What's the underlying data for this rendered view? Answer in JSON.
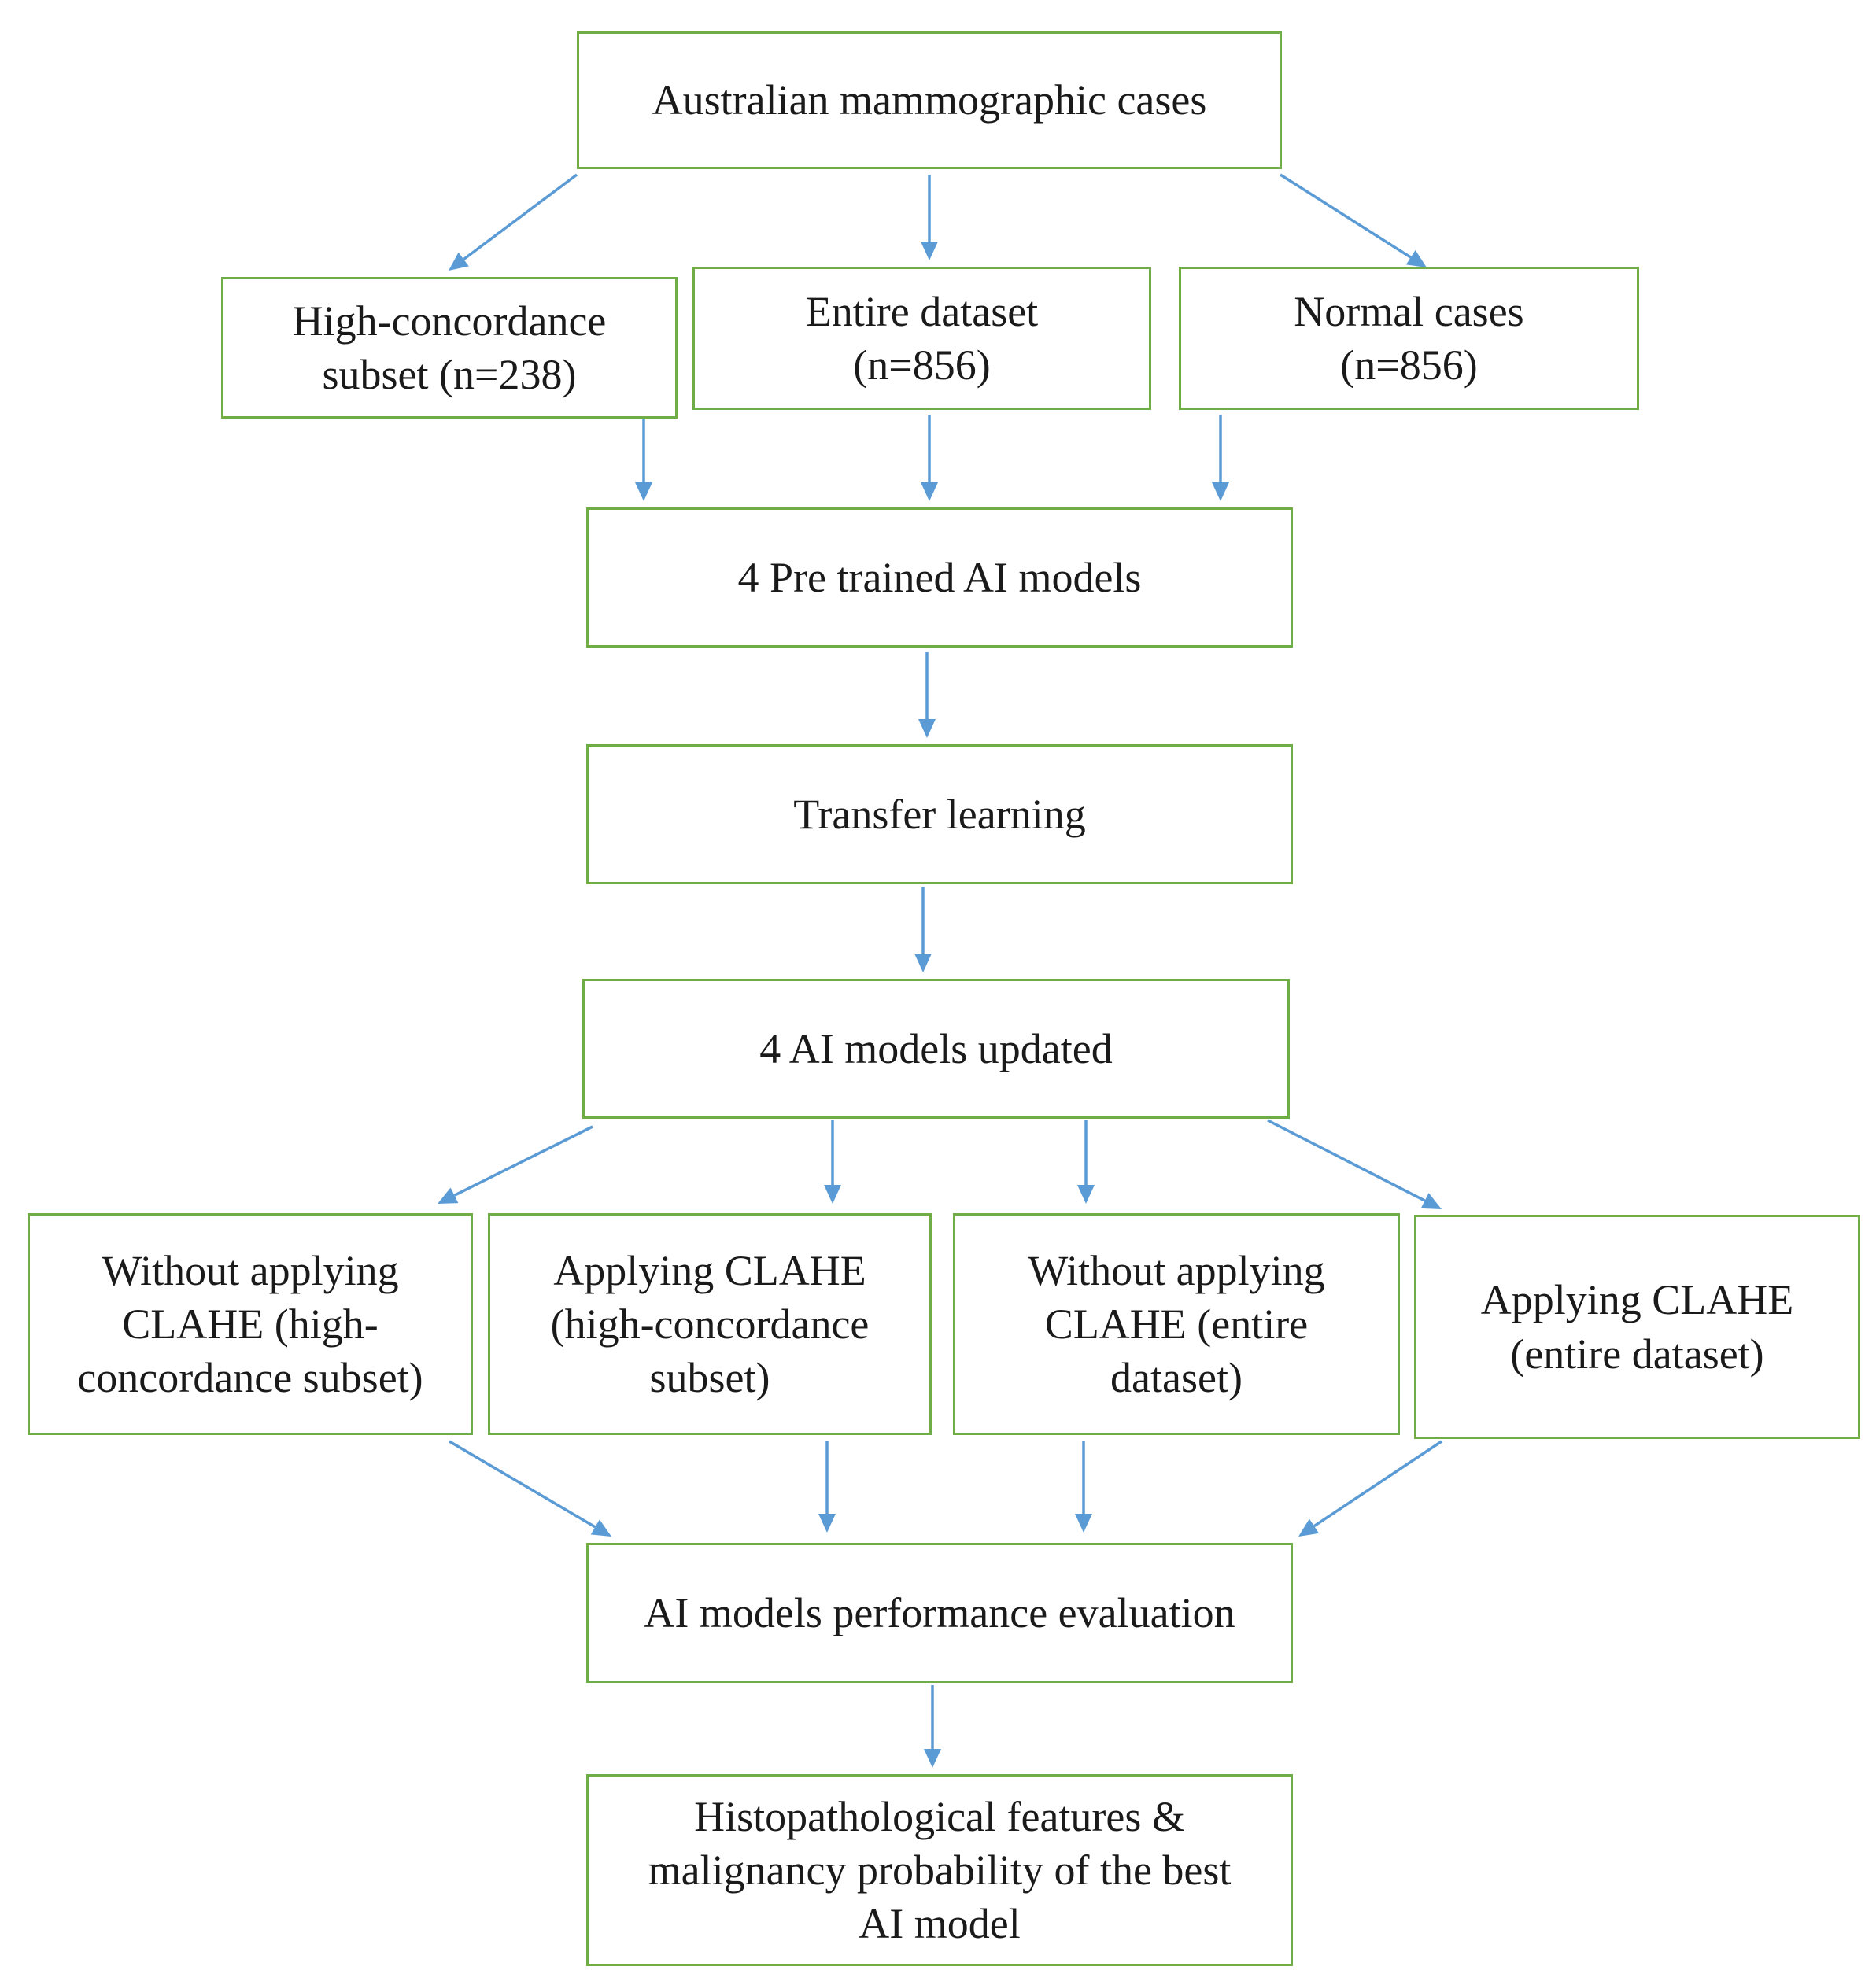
{
  "diagram": {
    "edge_color": "#5b9bd5",
    "border_color": "#70ad47",
    "nodes": {
      "source": "Australian mammographic cases",
      "high_concordance": "High-concordance\nsubset (n=238)",
      "entire_dataset": "Entire dataset\n(n=856)",
      "normal_cases": "Normal cases\n(n=856)",
      "pretrained": "4 Pre trained AI models",
      "transfer": "Transfer learning",
      "updated": "4 AI models updated",
      "without_hc": "Without applying\nCLAHE (high-\nconcordance subset)",
      "applying_hc": "Applying CLAHE\n(high-concordance\nsubset)",
      "without_entire": "Without applying\nCLAHE (entire\ndataset)",
      "applying_entire": "Applying CLAHE\n(entire dataset)",
      "evaluation": "AI models performance evaluation",
      "histopath": "Histopathological features &\nmalignancy probability of the best\nAI model"
    },
    "edges": [
      [
        "source",
        "high_concordance"
      ],
      [
        "source",
        "entire_dataset"
      ],
      [
        "source",
        "normal_cases"
      ],
      [
        "high_concordance",
        "pretrained"
      ],
      [
        "entire_dataset",
        "pretrained"
      ],
      [
        "normal_cases",
        "pretrained"
      ],
      [
        "pretrained",
        "transfer"
      ],
      [
        "transfer",
        "updated"
      ],
      [
        "updated",
        "without_hc"
      ],
      [
        "updated",
        "applying_hc"
      ],
      [
        "updated",
        "without_entire"
      ],
      [
        "updated",
        "applying_entire"
      ],
      [
        "without_hc",
        "evaluation"
      ],
      [
        "applying_hc",
        "evaluation"
      ],
      [
        "without_entire",
        "evaluation"
      ],
      [
        "applying_entire",
        "evaluation"
      ],
      [
        "evaluation",
        "histopath"
      ]
    ]
  }
}
